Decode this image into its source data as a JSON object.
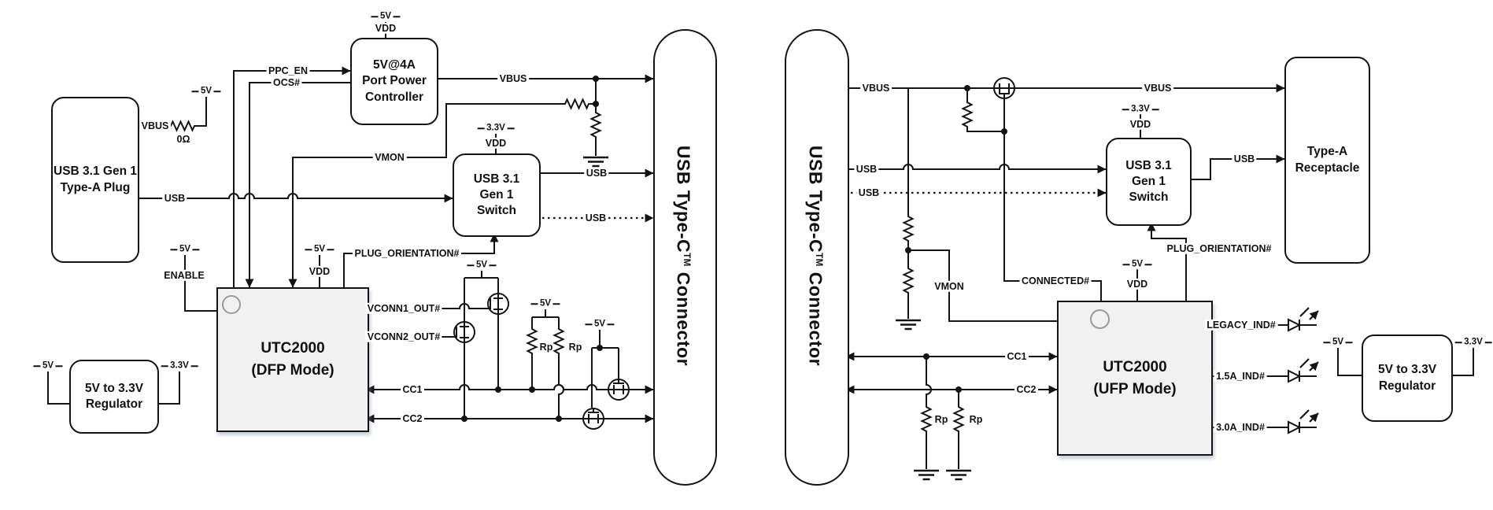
{
  "left": {
    "plug": {
      "line1": "USB 3.1 Gen 1",
      "line2": "Type-A Plug"
    },
    "ppc": {
      "line1": "5V@4A",
      "line2": "Port Power",
      "line3": "Controller"
    },
    "switch": {
      "line1": "USB 3.1",
      "line2": "Gen 1",
      "line3": "Switch"
    },
    "chip": {
      "line1": "UTC2000",
      "line2": "(DFP Mode)"
    },
    "connector": {
      "pre": "USB Type-C",
      "tm": "TM",
      "post": " Connector"
    },
    "regulator": {
      "line1": "5V to 3.3V",
      "line2": "Regulator"
    },
    "labels": {
      "vbus_plug": "VBUS",
      "zero_ohm": "0Ω",
      "usb_main": "USB",
      "ppc_en": "PPC_EN",
      "ocs": "OCS#",
      "vmon": "VMON",
      "vbus_out": "VBUS",
      "usb_switch": "USB",
      "usb_dotted": "USB",
      "enable": "ENABLE",
      "plug_orientation": "PLUG_ORIENTATION#",
      "vconn1": "VCONN1_OUT#",
      "vconn2": "VCONN2_OUT#",
      "cc1": "CC1",
      "cc2": "CC2",
      "rp1": "Rp",
      "rp2": "Rp",
      "vdd_ppc": "VDD",
      "vdd_switch": "VDD",
      "vdd_chip": "VDD"
    },
    "taps": {
      "plug_vbus": "5V",
      "ppc_vdd": "5V",
      "switch_vdd": "3.3V",
      "enable": "5V",
      "chip_vdd": "5V",
      "vconn": "5V",
      "rp": "5V",
      "cc_gate": "5V",
      "reg_in": "5V",
      "reg_out": "3.3V"
    }
  },
  "right": {
    "connector": {
      "pre": "USB Type-C",
      "tm": "TM",
      "post": " Connector"
    },
    "switch": {
      "line1": "USB 3.1",
      "line2": "Gen 1",
      "line3": "Switch"
    },
    "receptacle": {
      "line1": "Type-A",
      "line2": "Receptacle"
    },
    "chip": {
      "line1": "UTC2000",
      "line2": "(UFP Mode)"
    },
    "regulator": {
      "line1": "5V to 3.3V",
      "line2": "Regulator"
    },
    "labels": {
      "vbus_a": "VBUS",
      "vbus_b": "VBUS",
      "usb_a": "USB",
      "usb_dotted": "USB",
      "usb_b": "USB",
      "vmon": "VMON",
      "connected": "CONNECTED#",
      "plug_orientation": "PLUG_ORIENTATION#",
      "cc1": "CC1",
      "cc2": "CC2",
      "rp1": "Rp",
      "rp2": "Rp",
      "legacy_ind": "LEGACY_IND#",
      "ind_15a": "1.5A_IND#",
      "ind_30a": "3.0A_IND#",
      "vdd_switch": "VDD",
      "vdd_chip": "VDD"
    },
    "taps": {
      "switch_vdd": "3.3V",
      "chip_vdd": "5V",
      "reg_in": "5V",
      "reg_out": "3.3V"
    }
  }
}
